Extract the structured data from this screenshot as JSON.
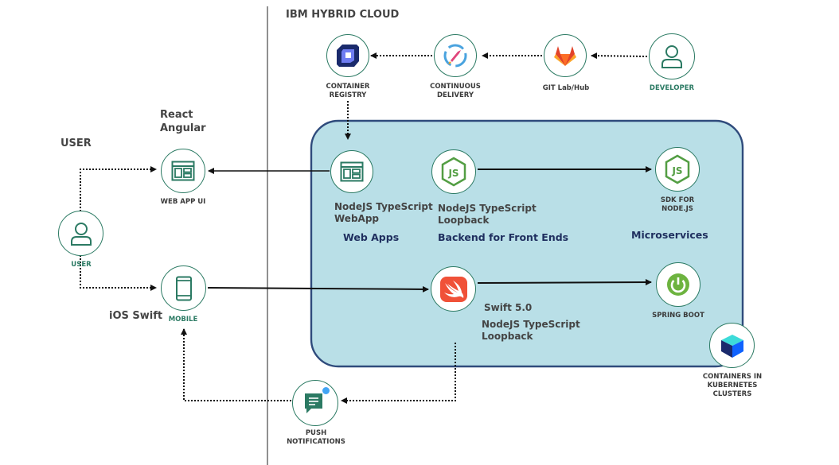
{
  "header": {
    "cloud_title": "IBM HYBRID CLOUD",
    "user_heading": "USER"
  },
  "frameworks": {
    "web": "React\nAngular",
    "mobile": "iOS Swift"
  },
  "nodes": {
    "container_registry": "CONTAINER\nREGISTRY",
    "continuous_delivery": "CONTINUOUS\nDELIVERY",
    "git": "GIT Lab/Hub",
    "developer": "DEVELOPER",
    "web_app_ui": "WEB APP UI",
    "user": "USER",
    "mobile": "MOBILE",
    "push_notifications": "PUSH\nNOTIFICATIONS",
    "containers_k8s": "CONTAINERS IN\nKUBERNETES\nCLUSTERS",
    "sdk_nodejs": "SDK FOR\nNODE.JS",
    "spring_boot": "SPRING BOOT"
  },
  "cluster": {
    "webapp_label": "NodeJS TypeScript\nWebApp",
    "backend_label": "NodeJS TypeScript\nLoopback",
    "swift_title": "Swift 5.0",
    "swift_label": "NodeJS TypeScript\nLoopback",
    "sections": {
      "web_apps": "Web Apps",
      "bff": "Backend for Front Ends",
      "microservices": "Microservices"
    }
  },
  "colors": {
    "node_border": "#2b7a63",
    "cluster_fill": "#b9dfe7",
    "cluster_border": "#2f4b7c",
    "section_text": "#1f2f5f",
    "swift_orange": "#f05138",
    "spring_green": "#6db33f",
    "nodejs_green": "#539e43"
  },
  "icons": {
    "container_registry": "registry-icon",
    "continuous_delivery": "delivery-rocket-icon",
    "git": "gitlab-icon",
    "developer": "person-icon",
    "user": "person-icon",
    "web_app_ui": "browser-window-icon",
    "webapp": "browser-window-icon",
    "backend": "nodejs-icon",
    "sdk": "nodejs-icon",
    "mobile": "smartphone-icon",
    "swift": "swift-icon",
    "spring": "spring-power-icon",
    "push": "chat-bubble-icon",
    "k8s": "cube-icon"
  }
}
